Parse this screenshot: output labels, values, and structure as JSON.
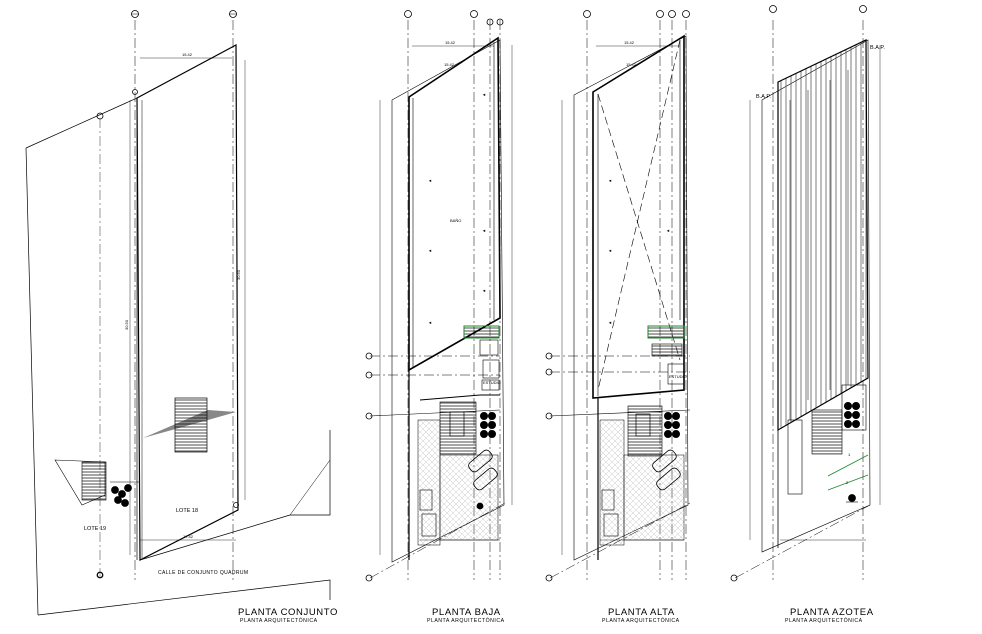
{
  "sheet": {
    "colors": {
      "line": "#000000",
      "grey": "#808080",
      "accent": "#1a8a2a"
    }
  },
  "plans": [
    {
      "title": "PLANTA CONJUNTO",
      "subtitle": "PLANTA ARQUITECTÓNICA"
    },
    {
      "title": "PLANTA BAJA",
      "subtitle": "PLANTA ARQUITECTÓNICA"
    },
    {
      "title": "PLANTA ALTA",
      "subtitle": "PLANTA ARQUITECTÓNICA"
    },
    {
      "title": "PLANTA AZOTEA",
      "subtitle": "PLANTA ARQUITECTÓNICA"
    }
  ],
  "conjunto": {
    "lote18": "LOTE 18",
    "lote19": "LOTE 19",
    "street": "CALLE DE CONJUNTO QUADRUM"
  },
  "azotea": {
    "bap_top": "B.A.P.",
    "bap_left": "B.A.P."
  }
}
